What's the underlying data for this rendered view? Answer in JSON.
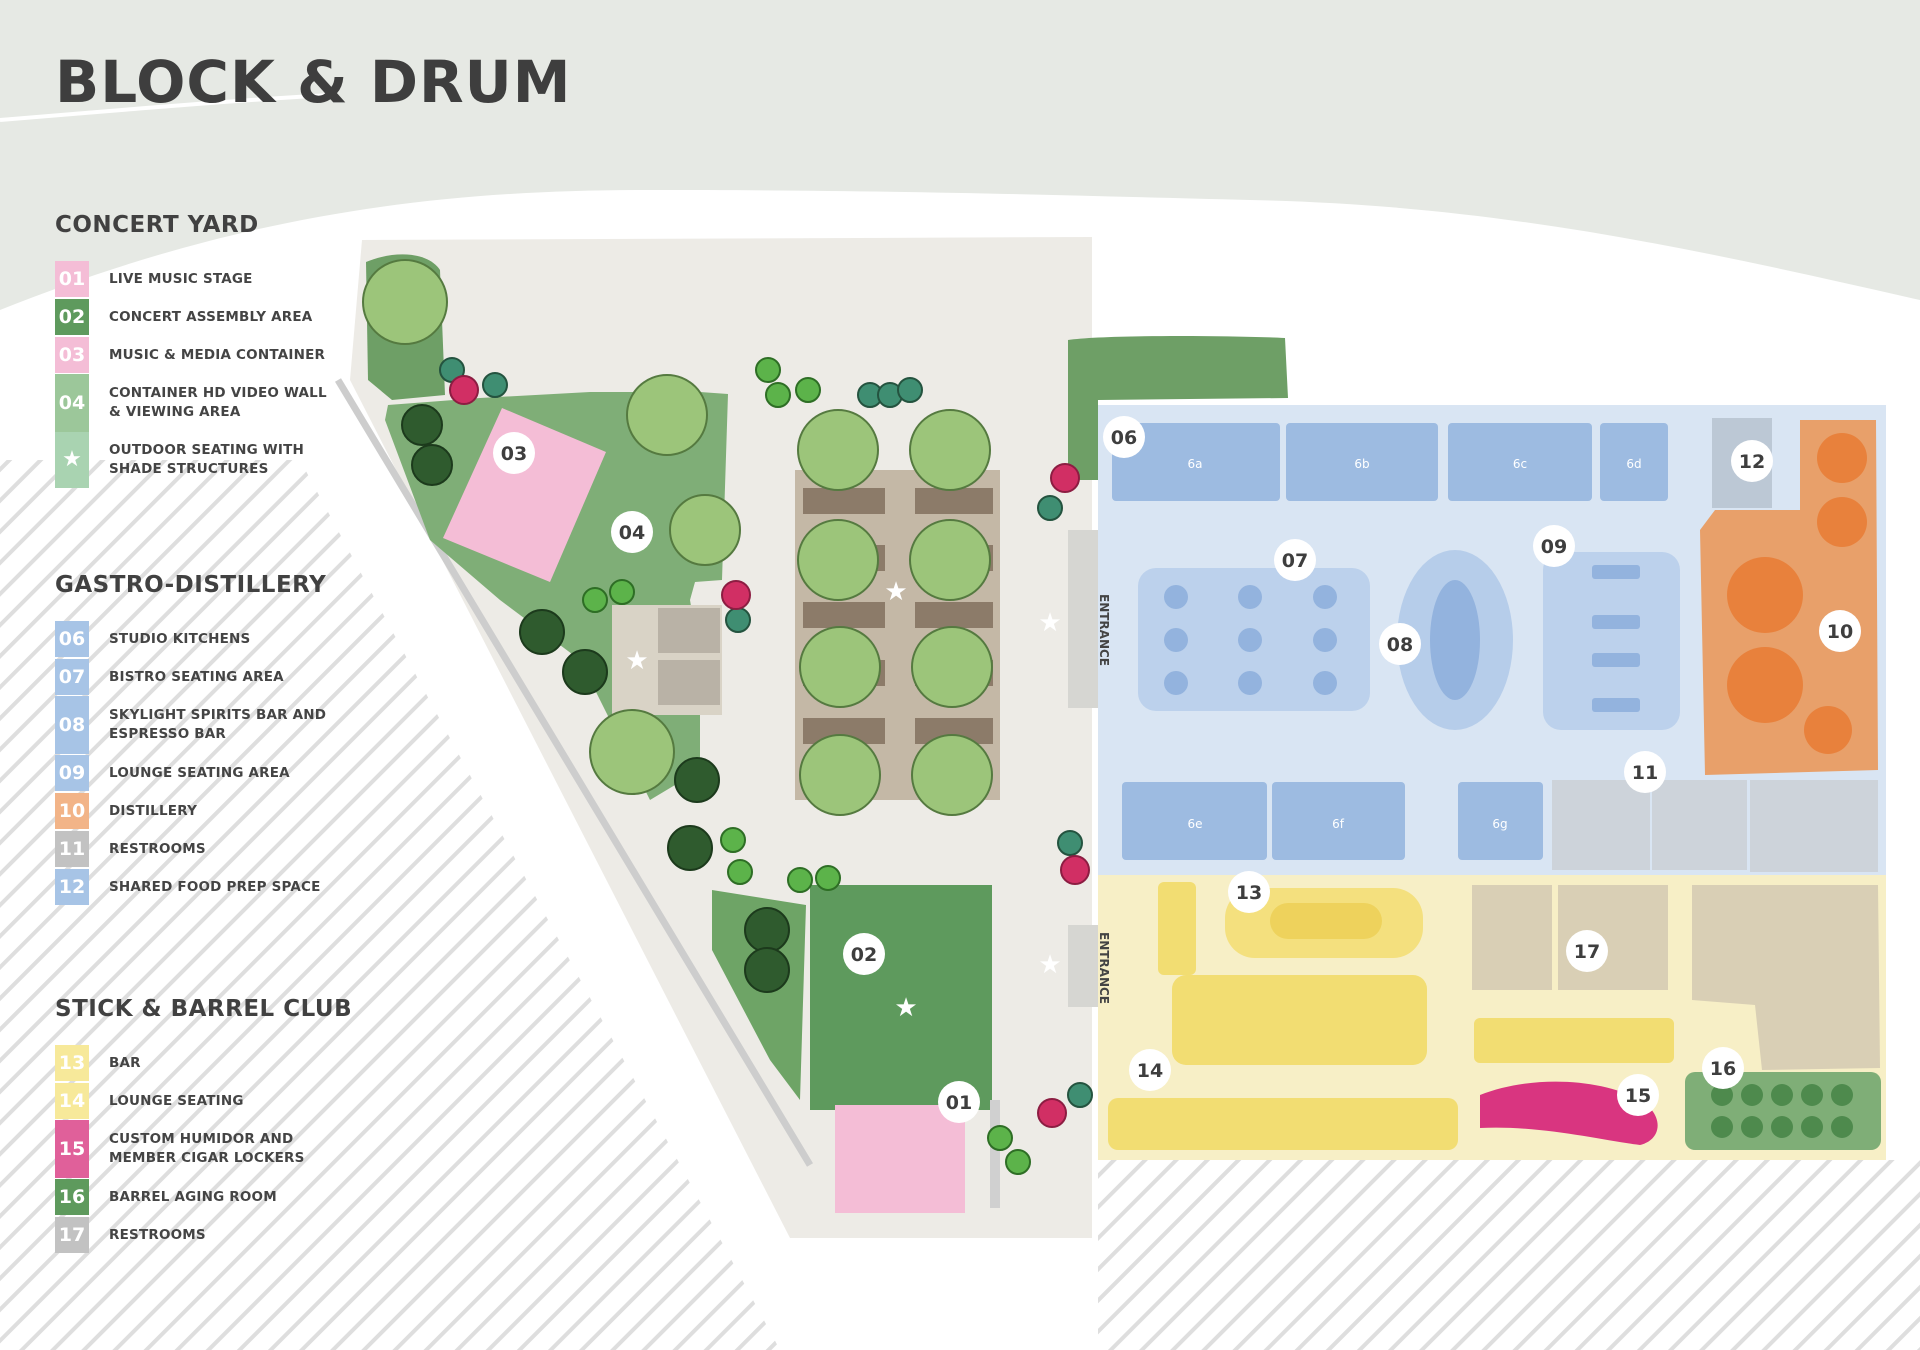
{
  "title": "BLOCK & DRUM",
  "legend": {
    "concert_yard": {
      "heading": "CONCERT YARD",
      "items": [
        {
          "num": "01",
          "label": "LIVE MUSIC STAGE",
          "color": "#f4bdd6"
        },
        {
          "num": "02",
          "label": "CONCERT ASSEMBLY AREA",
          "color": "#5e9a5d"
        },
        {
          "num": "03",
          "label": "MUSIC & MEDIA CONTAINER",
          "color": "#f4bdd6"
        },
        {
          "num": "04",
          "label": "CONTAINER HD VIDEO WALL & VIEWING AREA",
          "color": "#9cc79a"
        },
        {
          "num": "",
          "icon": "star-icon",
          "glyph": "★",
          "label": "OUTDOOR SEATING WITH SHADE STRUCTURES",
          "color": "#a9d3b1"
        }
      ]
    },
    "gastro_distillery": {
      "heading": "GASTRO-DISTILLERY",
      "items": [
        {
          "num": "06",
          "label": "STUDIO KITCHENS",
          "color": "#a7c4e6"
        },
        {
          "num": "07",
          "label": "BISTRO SEATING AREA",
          "color": "#a7c4e6"
        },
        {
          "num": "08",
          "label": "SKYLIGHT SPIRITS BAR AND ESPRESSO BAR",
          "color": "#a7c4e6"
        },
        {
          "num": "09",
          "label": "LOUNGE SEATING AREA",
          "color": "#a7c4e6"
        },
        {
          "num": "10",
          "label": "DISTILLERY",
          "color": "#f2b488"
        },
        {
          "num": "11",
          "label": "RESTROOMS",
          "color": "#c2c2c2"
        },
        {
          "num": "12",
          "label": "SHARED FOOD PREP SPACE",
          "color": "#a7c4e6"
        }
      ]
    },
    "stick_barrel": {
      "heading": "STICK & BARREL CLUB",
      "items": [
        {
          "num": "13",
          "label": "BAR",
          "color": "#f7e99a"
        },
        {
          "num": "14",
          "label": "LOUNGE SEATING",
          "color": "#f7e99a"
        },
        {
          "num": "15",
          "label": "CUSTOM HUMIDOR AND MEMBER CIGAR LOCKERS",
          "color": "#e0609a"
        },
        {
          "num": "16",
          "label": "BARREL AGING ROOM",
          "color": "#5e9a5d"
        },
        {
          "num": "17",
          "label": "RESTROOMS",
          "color": "#c2c2c2"
        }
      ]
    }
  },
  "map": {
    "entrance_label": "ENTRANCE",
    "markers": [
      "01",
      "02",
      "03",
      "04",
      "06",
      "07",
      "08",
      "09",
      "10",
      "11",
      "12",
      "13",
      "14",
      "15",
      "16",
      "17"
    ],
    "kitchen_labels": [
      "6a",
      "6b",
      "6c",
      "6d",
      "6e",
      "6f",
      "6g"
    ]
  }
}
